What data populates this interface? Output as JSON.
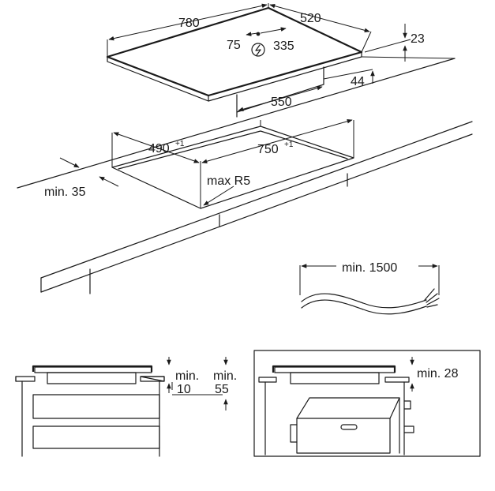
{
  "hob_dimensions": {
    "width": "780",
    "depth": "520",
    "height": "23",
    "inner_height": "44",
    "bottom_width": "550",
    "connection_offset": "75",
    "connection_depth": "335"
  },
  "cutout_dimensions": {
    "depth": "490",
    "depth_tolerance": "+1",
    "width": "750",
    "width_tolerance": "+1",
    "corner_radius": "max R5",
    "min_front_distance": "min. 35"
  },
  "cable": {
    "min_length": "min. 1500"
  },
  "side_view_drawers": {
    "clearance_label": "min.",
    "clearance_value": "10",
    "space_label": "min.",
    "space_value": "55"
  },
  "side_view_oven": {
    "clearance": "min. 28"
  },
  "icons": [
    "power-connection-icon"
  ],
  "colors": {
    "line": "#1a1a1a",
    "background": "#ffffff"
  }
}
